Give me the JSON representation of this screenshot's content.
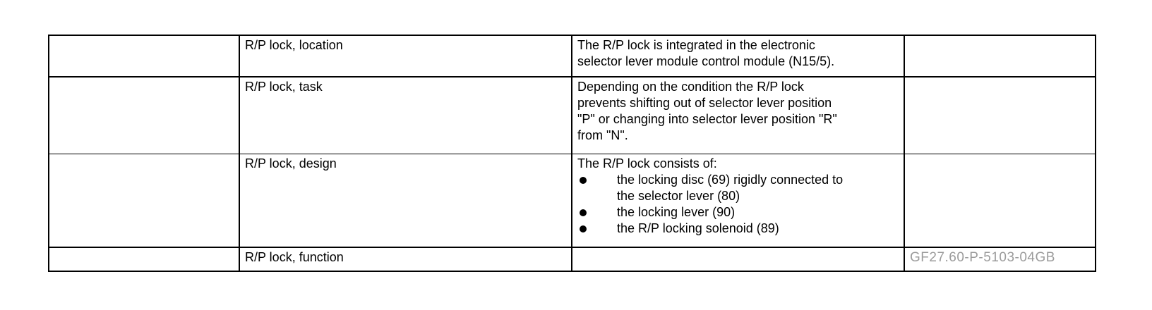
{
  "page": {
    "background_color": "#ffffff",
    "text_color": "#000000",
    "border_color": "#000000",
    "code_color": "#9b9b9b"
  },
  "table": {
    "rows": [
      {
        "label": "R/P lock, location",
        "description": "The R/P lock is integrated in the electronic\nselector lever module control module (N15/5).",
        "code": ""
      },
      {
        "label": "R/P lock, task",
        "description": "Depending on the condition the R/P lock\nprevents shifting out of selector lever position\n\"P\" or changing into selector lever position \"R\"\nfrom \"N\".",
        "code": ""
      },
      {
        "label": "R/P lock, design",
        "description_intro": "The R/P lock consists of:",
        "description_items": [
          "the locking disc (69) rigidly connected to\nthe selector lever (80)",
          "the locking lever (90)",
          "the R/P locking solenoid (89)"
        ],
        "code": ""
      },
      {
        "label": "R/P lock, function",
        "description": "",
        "code": "GF27.60-P-5103-04GB"
      }
    ]
  }
}
